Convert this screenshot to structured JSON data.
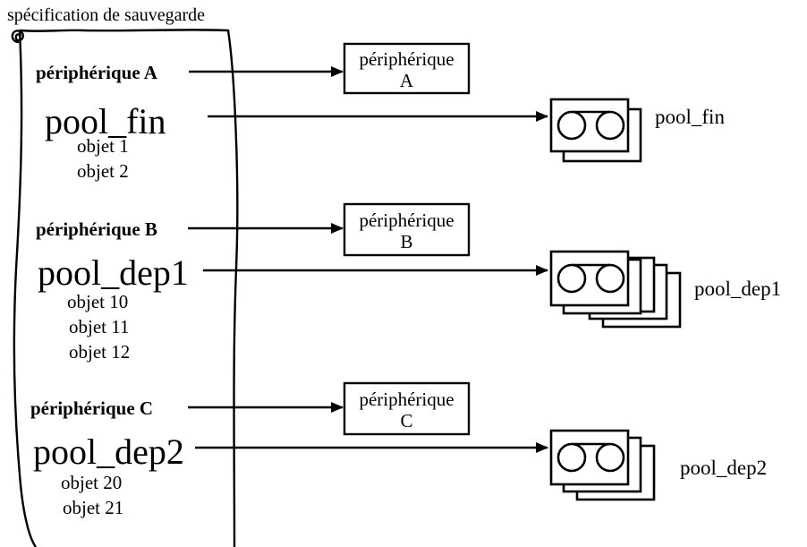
{
  "scroll_title": "spécification de sauvegarde",
  "groups": [
    {
      "device_label": "périphérique A",
      "pool_label": "pool_fin",
      "objects": [
        "objet 1",
        "objet 2"
      ],
      "device_box": [
        "périphérique",
        "A"
      ],
      "tape_label": "pool_fin",
      "tape_count": 2
    },
    {
      "device_label": "périphérique B",
      "pool_label": "pool_dep1",
      "objects": [
        "objet 10",
        "objet 11",
        "objet 12"
      ],
      "device_box": [
        "périphérique",
        "B"
      ],
      "tape_label": "pool_dep1",
      "tape_count": 5
    },
    {
      "device_label": "périphérique C",
      "pool_label": "pool_dep2",
      "objects": [
        "objet 20",
        "objet 21"
      ],
      "device_box": [
        "périphérique",
        "C"
      ],
      "tape_label": "pool_dep2",
      "tape_count": 3
    }
  ]
}
